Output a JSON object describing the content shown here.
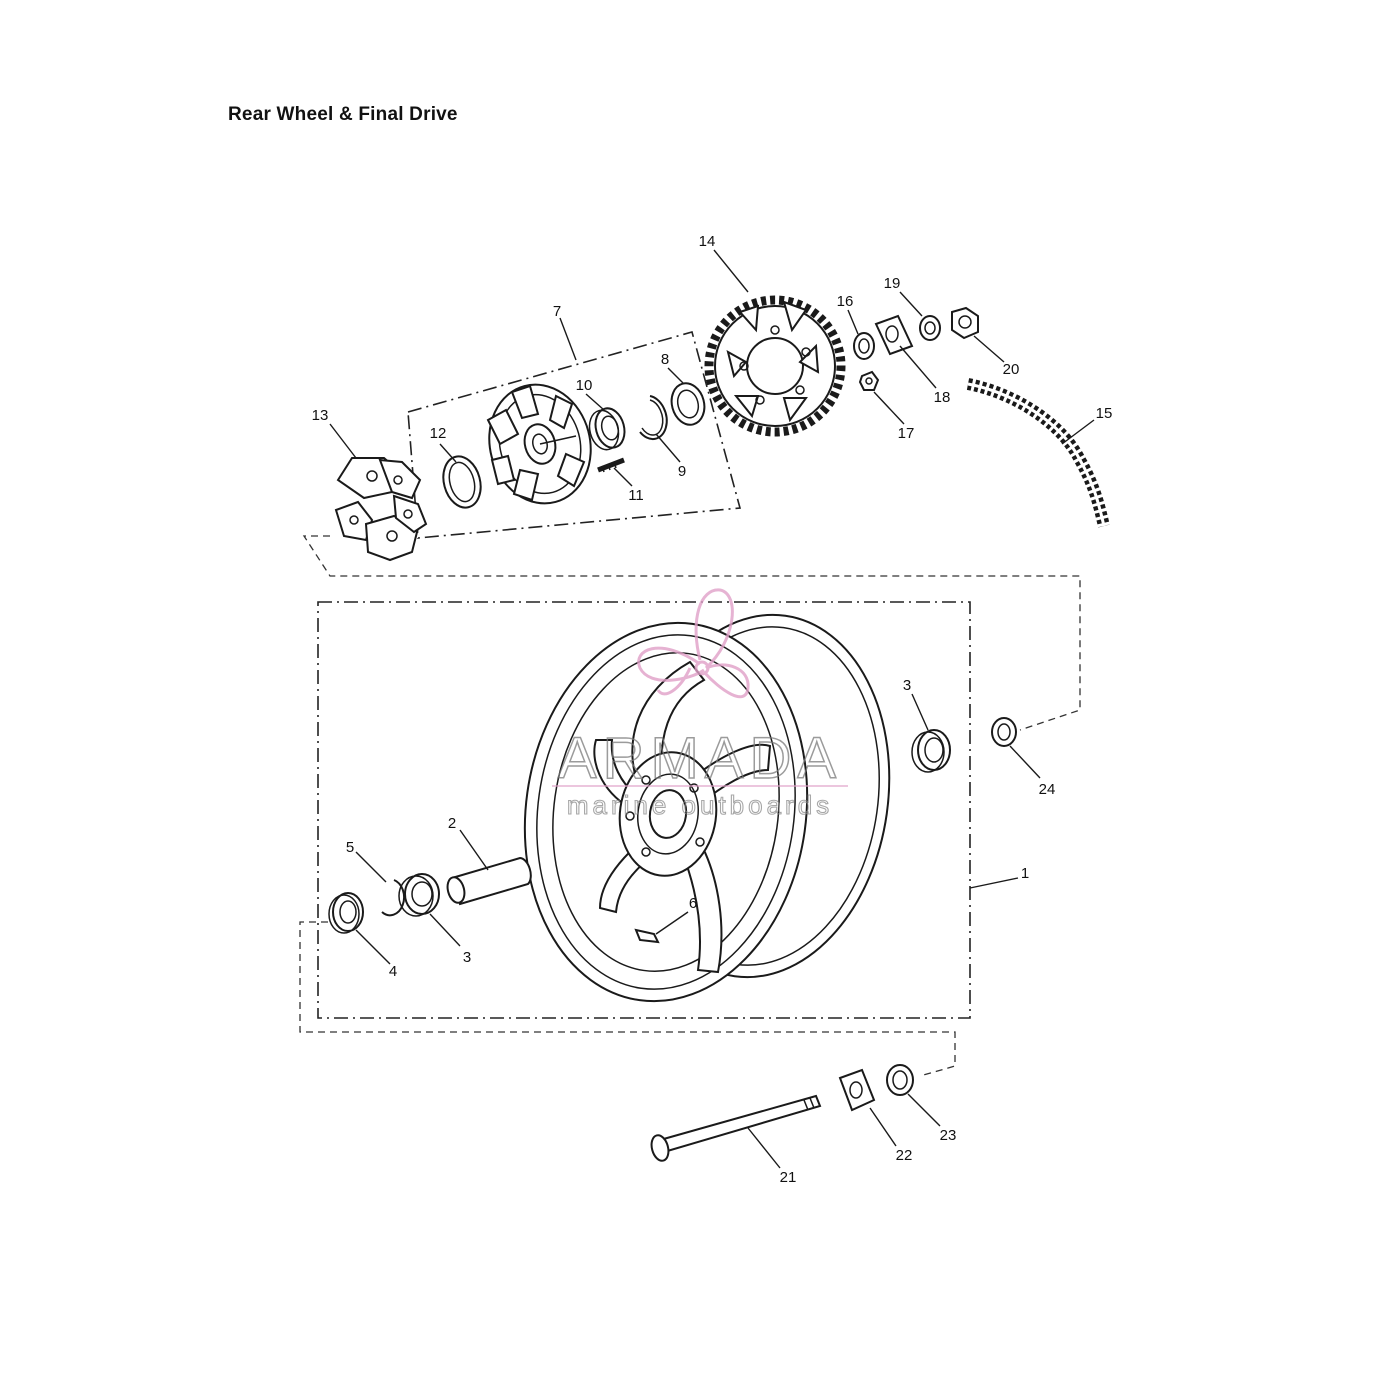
{
  "title": "Rear Wheel & Final Drive",
  "callouts": {
    "c1": "1",
    "c2": "2",
    "c3a": "3",
    "c3b": "3",
    "c4": "4",
    "c5": "5",
    "c6": "6",
    "c7": "7",
    "c8": "8",
    "c9": "9",
    "c10": "10",
    "c11": "11",
    "c12": "12",
    "c13": "13",
    "c14": "14",
    "c15": "15",
    "c16": "16",
    "c17": "17",
    "c18": "18",
    "c19": "19",
    "c20": "20",
    "c21": "21",
    "c22": "22",
    "c23": "23",
    "c24": "24"
  },
  "watermark": {
    "brand": "ARMADA",
    "tagline": "marine outboards",
    "logo_color": "#e0a0c8"
  }
}
